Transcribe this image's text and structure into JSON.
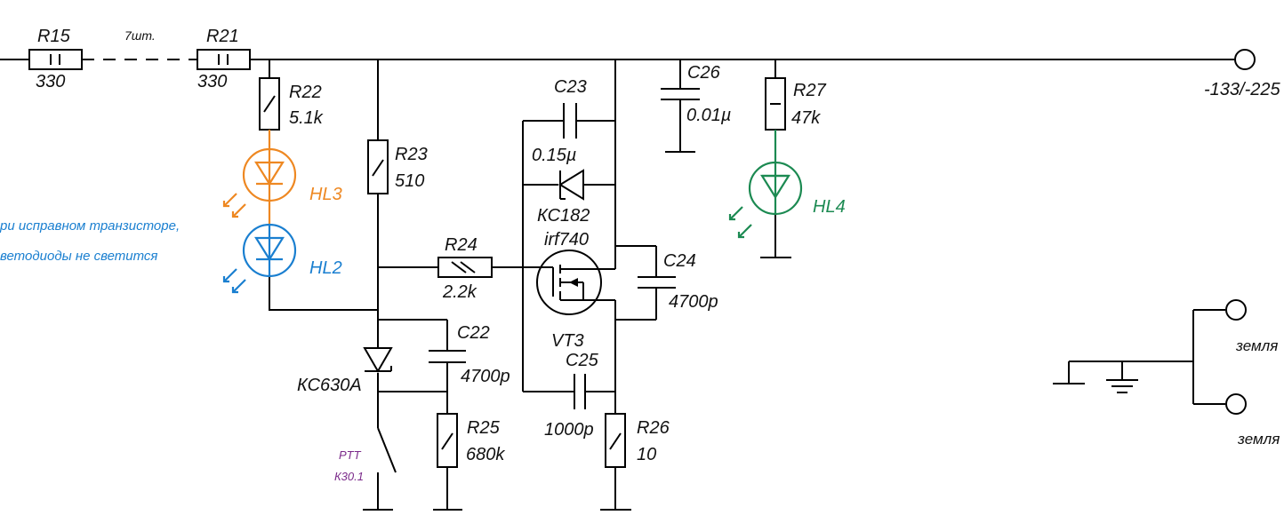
{
  "colors": {
    "wire": "#000000",
    "hl3": "#ee8822",
    "hl2": "#1a7fd0",
    "hl4": "#1c8a52",
    "note": "#1a7fd0",
    "ptt": "#7b2a8a"
  },
  "labels": {
    "r15_name": "R15",
    "r15_value": "330",
    "chain_note": "7шт.",
    "r21_name": "R21",
    "r21_value": "330",
    "r22_name": "R22",
    "r22_value": "5.1k",
    "r23_name": "R23",
    "r23_value": "510",
    "r24_name": "R24",
    "r24_value": "2.2k",
    "r25_name": "R25",
    "r25_value": "680k",
    "r26_name": "R26",
    "r26_value": "10",
    "r27_name": "R27",
    "r27_value": "47k",
    "c22_name": "C22",
    "c22_value": "4700p",
    "c23_name": "C23",
    "c23_value": "0.15µ",
    "c24_name": "C24",
    "c24_value": "4700p",
    "c25_name": "C25",
    "c25_value": "1000p",
    "c26_name": "C26",
    "c26_value": "0.01µ",
    "zener_kc182": "КС182",
    "zener_kc630": "КС630А",
    "transistor_type": "irf740",
    "transistor_name": "VT3",
    "hl3": "HL3",
    "hl2": "HL2",
    "hl4": "HL4",
    "terminal_voltage": "-133/-225",
    "ground_1": "земля",
    "ground_2": "земля",
    "ptt_label": "PTT",
    "relay_label": "К30.1"
  },
  "notes": {
    "line_1": "ри исправном транзисторе,",
    "line_2": "ветодиоды не светится"
  }
}
